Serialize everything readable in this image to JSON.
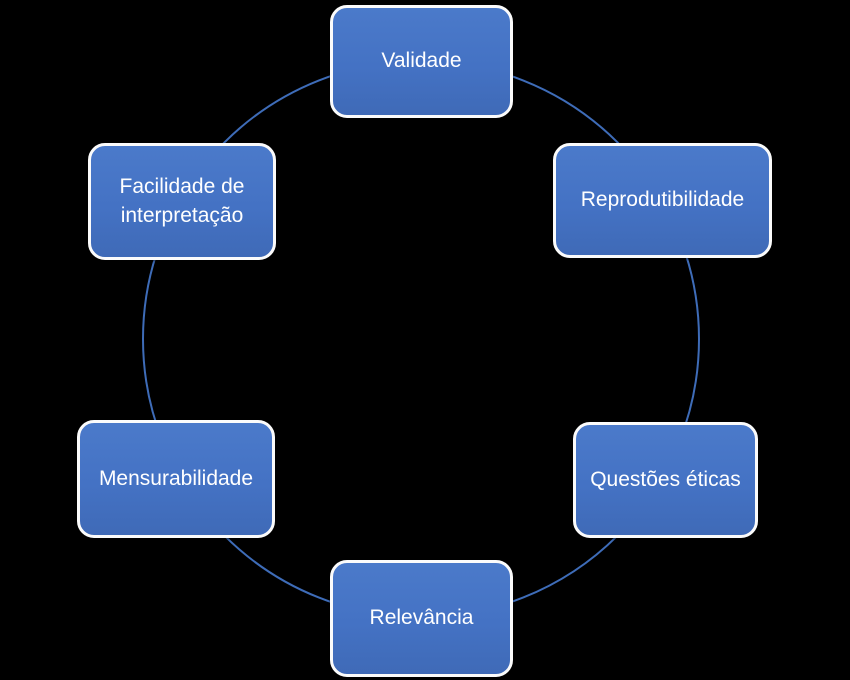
{
  "diagram": {
    "type": "cycle",
    "nodes": [
      {
        "id": "validade",
        "label": "Validade"
      },
      {
        "id": "reprodutibilidade",
        "label": "Reprodutibilidade"
      },
      {
        "id": "questoes-eticas",
        "label": "Questões éticas"
      },
      {
        "id": "relevancia",
        "label": "Relevância"
      },
      {
        "id": "mensurabilidade",
        "label": "Mensurabilidade"
      },
      {
        "id": "facilidade",
        "label": "Facilidade de interpretação"
      }
    ],
    "colors": {
      "background": "#000000",
      "node_fill": "#4472C4",
      "node_border": "#FBFBFB",
      "node_text": "#FFFFFF",
      "circle_stroke": "#3E6CB8"
    }
  }
}
